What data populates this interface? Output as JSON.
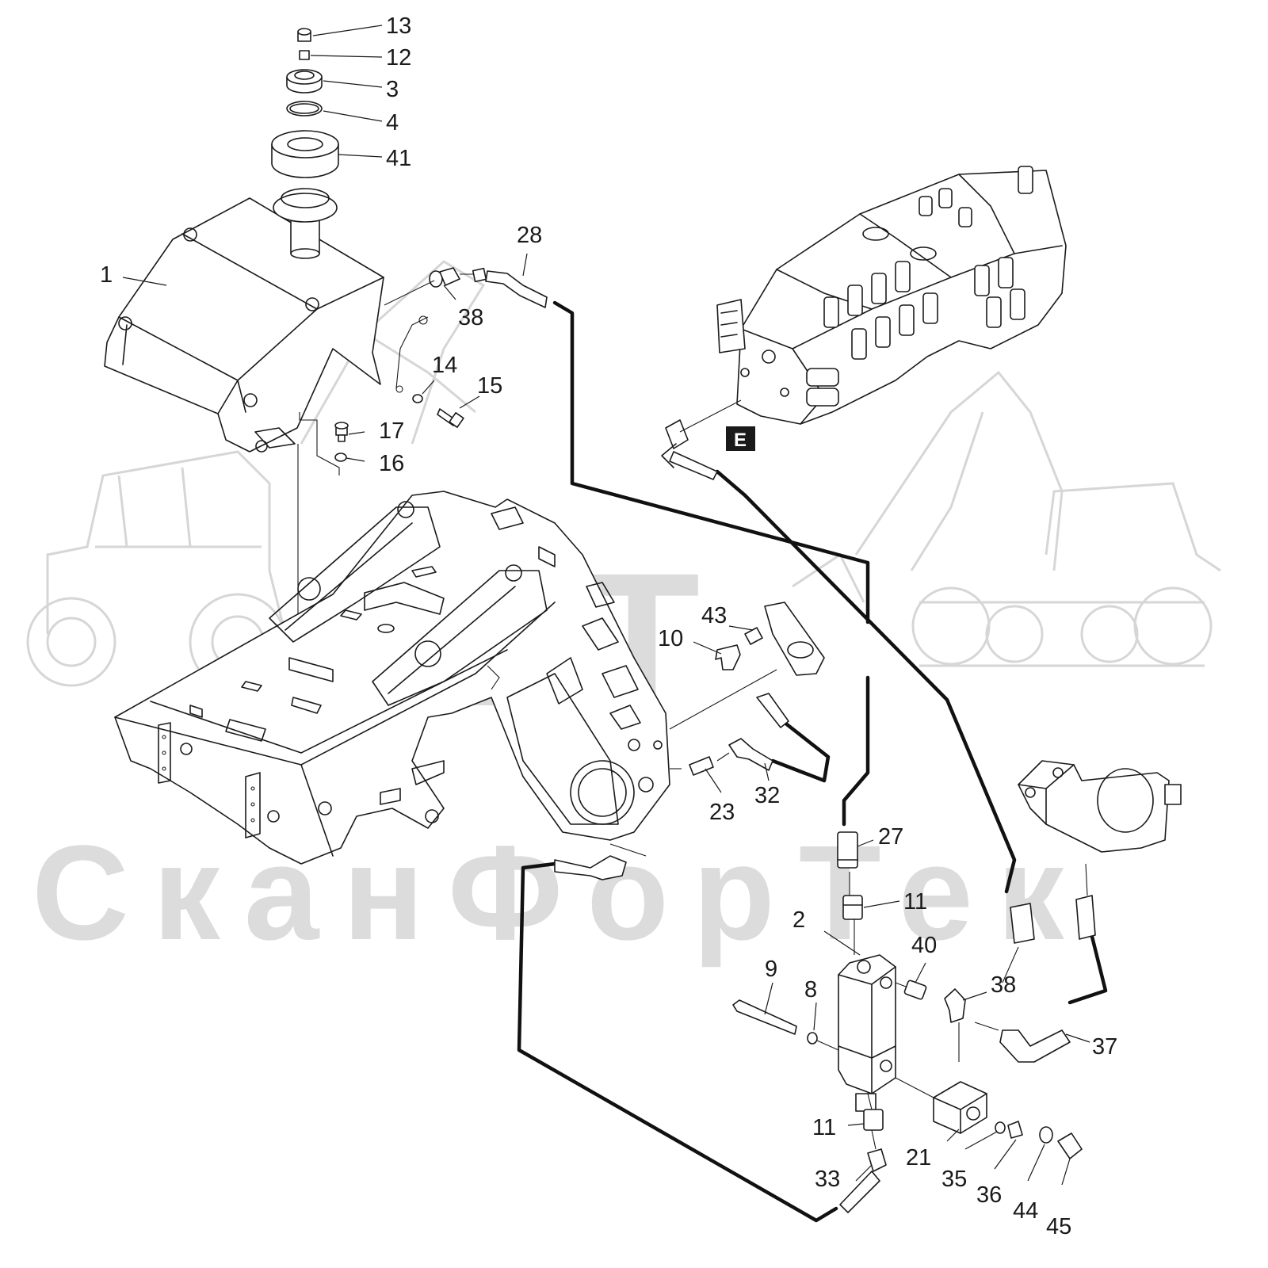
{
  "watermark": {
    "brand_latin": "SFT",
    "brand_cyrillic": "СканФорТек",
    "color": "#dcdcdc"
  },
  "callouts": [
    {
      "id": "c13",
      "text": "13"
    },
    {
      "id": "c12",
      "text": "12"
    },
    {
      "id": "c3",
      "text": "3"
    },
    {
      "id": "c4",
      "text": "4"
    },
    {
      "id": "c41",
      "text": "41"
    },
    {
      "id": "c1",
      "text": "1"
    },
    {
      "id": "c28",
      "text": "28"
    },
    {
      "id": "c38a",
      "text": "38"
    },
    {
      "id": "c14",
      "text": "14"
    },
    {
      "id": "c15",
      "text": "15"
    },
    {
      "id": "c17",
      "text": "17"
    },
    {
      "id": "c16",
      "text": "16"
    },
    {
      "id": "c43",
      "text": "43"
    },
    {
      "id": "c10",
      "text": "10"
    },
    {
      "id": "c32",
      "text": "32"
    },
    {
      "id": "c23",
      "text": "23"
    },
    {
      "id": "c27",
      "text": "27"
    },
    {
      "id": "c11a",
      "text": "11"
    },
    {
      "id": "c2",
      "text": "2"
    },
    {
      "id": "c40",
      "text": "40"
    },
    {
      "id": "c9",
      "text": "9"
    },
    {
      "id": "c8",
      "text": "8"
    },
    {
      "id": "c38b",
      "text": "38"
    },
    {
      "id": "c37",
      "text": "37"
    },
    {
      "id": "c11b",
      "text": "11"
    },
    {
      "id": "c21",
      "text": "21"
    },
    {
      "id": "c35",
      "text": "35"
    },
    {
      "id": "c36",
      "text": "36"
    },
    {
      "id": "c44",
      "text": "44"
    },
    {
      "id": "c45",
      "text": "45"
    },
    {
      "id": "c33",
      "text": "33"
    }
  ],
  "reference_label": "E"
}
